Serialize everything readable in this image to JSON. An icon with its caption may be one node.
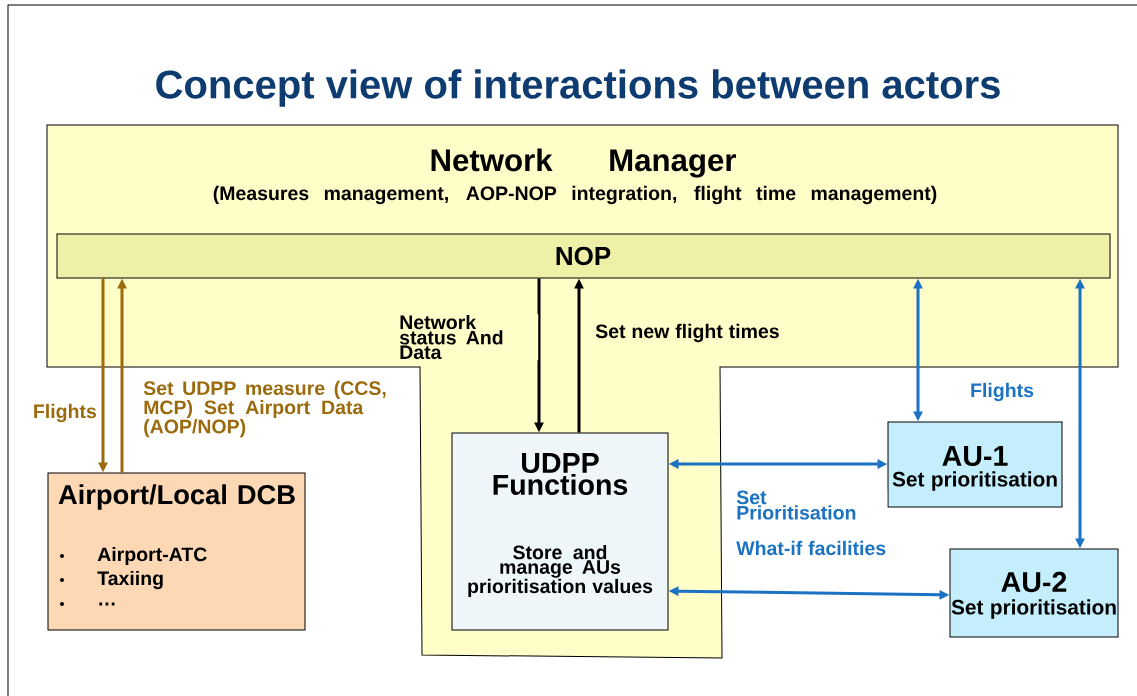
{
  "diagram": {
    "title": "Concept view of interactions between actors",
    "nodes": [
      {
        "text": [
          "Network Manager",
          "(Measures management, AOP-NOP integration, flight time management)"
        ]
      },
      {
        "text": [
          "NOP"
        ],
        "in": 0
      },
      {
        "text": [
          "UDPP Functions",
          "Store and manage AUs prioritisation values"
        ],
        "in": 0
      },
      {
        "text": [
          "Airport/Local DCB",
          "Airport-ATC",
          "Taxiing",
          "…"
        ]
      },
      {
        "text": [
          "AU-1",
          "Set prioritisation"
        ]
      },
      {
        "text": [
          "AU-2",
          "Set prioritisation"
        ]
      }
    ],
    "edges": [
      {
        "from": 1,
        "to": 3,
        "arrow": "to",
        "label": "Flights",
        "color": "#9b6a0c"
      },
      {
        "from": 3,
        "to": 1,
        "arrow": "to",
        "label": "Set UDPP measure (CCS, MCP) Set Airport Data (AOP/NOP)",
        "color": "#9b6a0c"
      },
      {
        "from": 1,
        "to": 2,
        "arrow": "to",
        "label": "Network status And Data",
        "color": "#000000"
      },
      {
        "from": 2,
        "to": 1,
        "arrow": "to",
        "label": "Set new flight times",
        "color": "#000000"
      },
      {
        "from": 1,
        "to": 4,
        "arrow": "both",
        "label": "Flights",
        "color": "#1b72c2"
      },
      {
        "from": 1,
        "to": 5,
        "arrow": "both",
        "color": "#1b72c2"
      },
      {
        "from": 2,
        "to": 4,
        "arrow": "both",
        "label": "Set Prioritisation",
        "color": "#1b72c2"
      },
      {
        "from": 2,
        "to": 5,
        "arrow": "both",
        "label": "What-if facilities",
        "color": "#1b72c2"
      }
    ]
  }
}
